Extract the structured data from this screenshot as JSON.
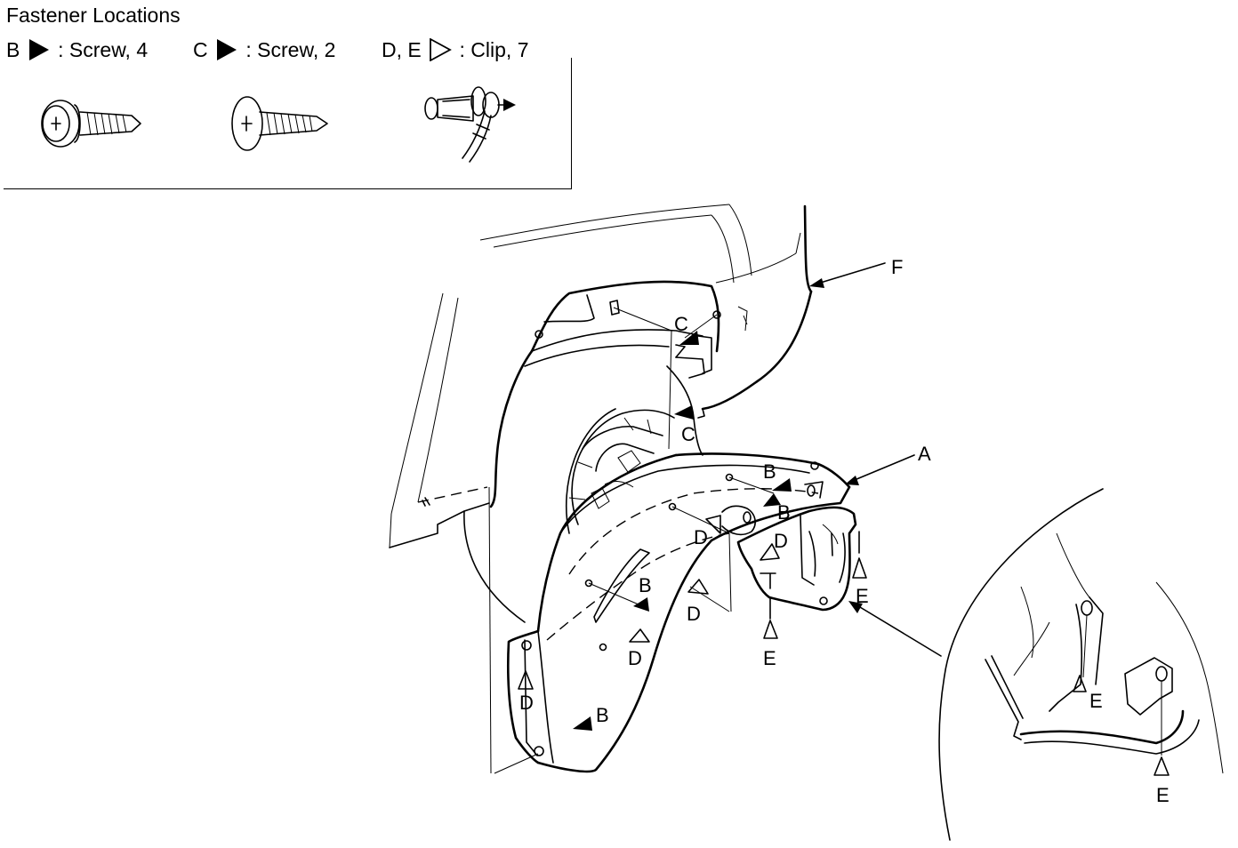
{
  "title": "Fastener Locations",
  "legend": [
    {
      "key": "B",
      "symbol": "filled-triangle",
      "text": ": Screw, 4"
    },
    {
      "key": "C",
      "symbol": "filled-triangle",
      "text": ": Screw, 2"
    },
    {
      "key": "D, E",
      "symbol": "open-triangle",
      "text": ": Clip, 7"
    }
  ],
  "callouts": {
    "a": "A",
    "b": "B",
    "c": "C",
    "d": "D",
    "e": "E",
    "f": "F"
  }
}
